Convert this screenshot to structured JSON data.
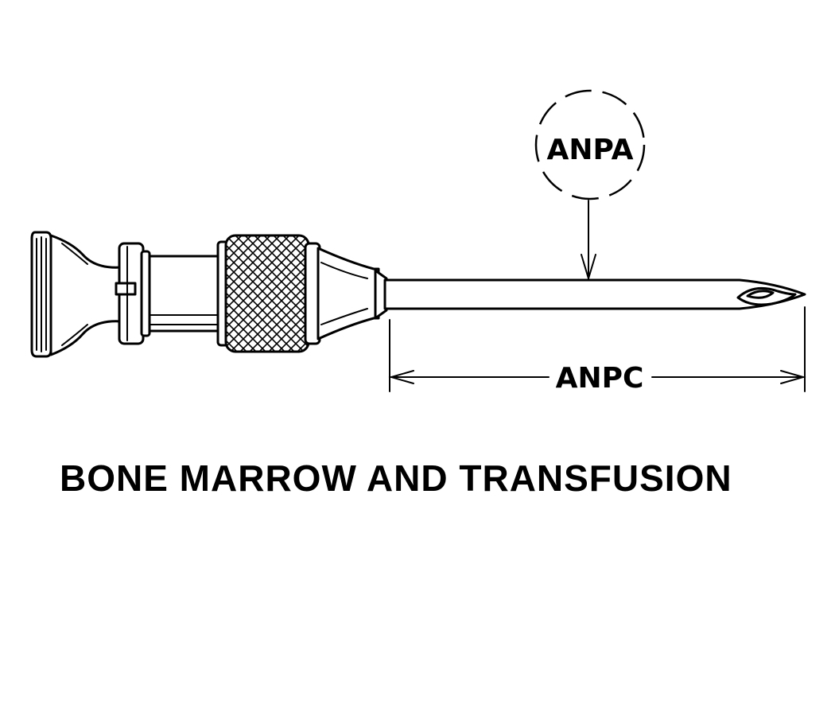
{
  "labels": {
    "callout_top": "ANPA",
    "dimension_bottom": "ANPC"
  },
  "caption": "BONE MARROW AND TRANSFUSION",
  "colors": {
    "ink": "#000000",
    "background": "#ffffff"
  }
}
